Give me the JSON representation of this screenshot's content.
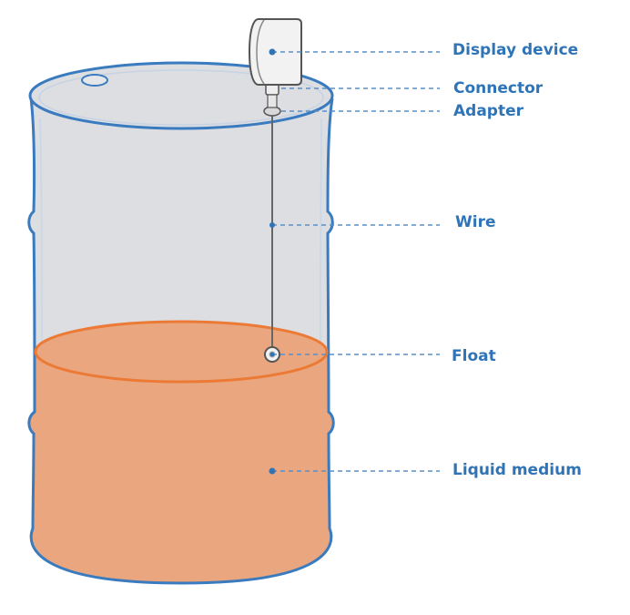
{
  "colors": {
    "label": "#2f74b7",
    "drum_outline": "#3a7bbf",
    "drum_fill": "#dcdee2",
    "liquid": "#e9a67f",
    "liquid_surface": "#ec7a35",
    "device_body": "#f2f2f2",
    "device_outline": "#555555",
    "wire": "#666666",
    "leader_line": "#5b8fc7"
  },
  "labels": {
    "display_device": "Display device",
    "connector": "Connector",
    "adapter": "Adapter",
    "wire": "Wire",
    "float": "Float",
    "liquid_medium": "Liquid medium"
  }
}
